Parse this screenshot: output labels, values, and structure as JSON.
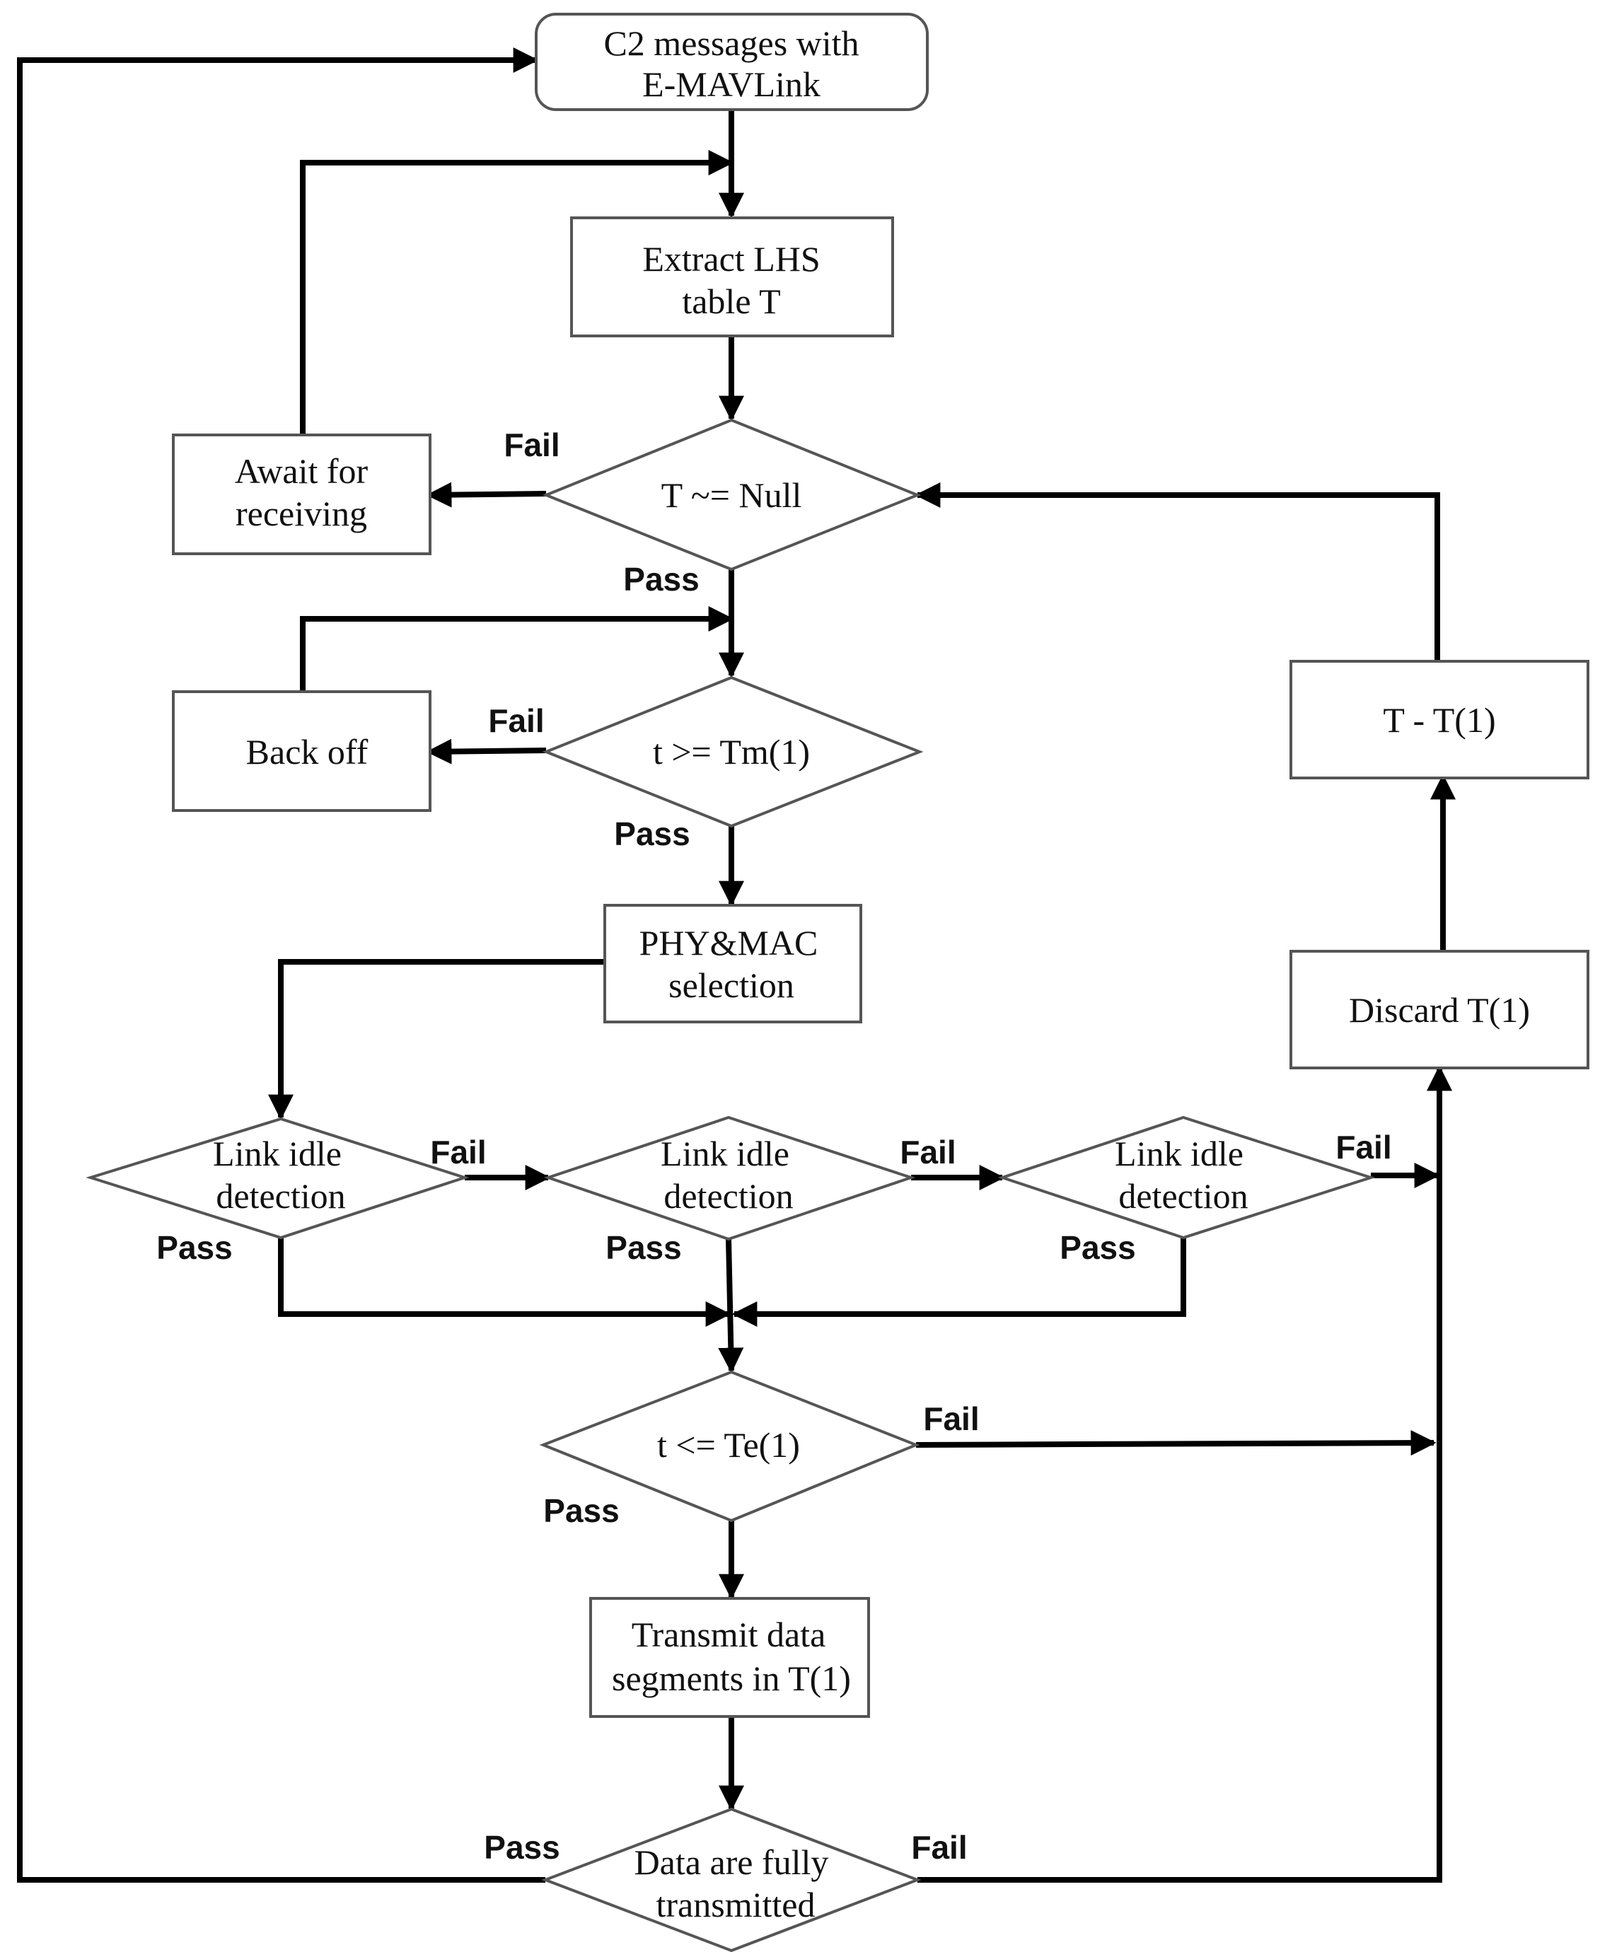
{
  "nodes": {
    "start": {
      "line1": "C2 messages with",
      "line2": "E-MAVLink"
    },
    "extract": {
      "line1": "Extract LHS",
      "line2": "table T"
    },
    "await": {
      "line1": "Await for",
      "line2": "receiving"
    },
    "t_null": {
      "label": "T ~= Null"
    },
    "backoff": {
      "label": "Back off"
    },
    "t_tm": {
      "label": "t >= Tm(1)"
    },
    "phymac": {
      "line1": "PHY&MAC",
      "line2": "selection"
    },
    "link1": {
      "line1": "Link idle",
      "line2": "detection"
    },
    "link2": {
      "line1": "Link idle",
      "line2": "detection"
    },
    "link3": {
      "line1": "Link idle",
      "line2": "detection"
    },
    "t_te": {
      "label": "t <= Te(1)"
    },
    "transmit": {
      "line1": "Transmit data",
      "line2": "segments in T(1)"
    },
    "fully": {
      "line1": "Data are fully",
      "line2": "transmitted"
    },
    "t_minus": {
      "label": "T - T(1)"
    },
    "discard": {
      "label": "Discard T(1)"
    }
  },
  "edge_labels": {
    "fail_null": "Fail",
    "pass_null": "Pass",
    "fail_tm": "Fail",
    "pass_tm": "Pass",
    "fail_link1": "Fail",
    "pass_link1": "Pass",
    "fail_link2": "Fail",
    "pass_link2": "Pass",
    "fail_link3": "Fail",
    "pass_link3": "Pass",
    "fail_te": "Fail",
    "pass_te": "Pass",
    "pass_fully": "Pass",
    "fail_fully": "Fail"
  }
}
